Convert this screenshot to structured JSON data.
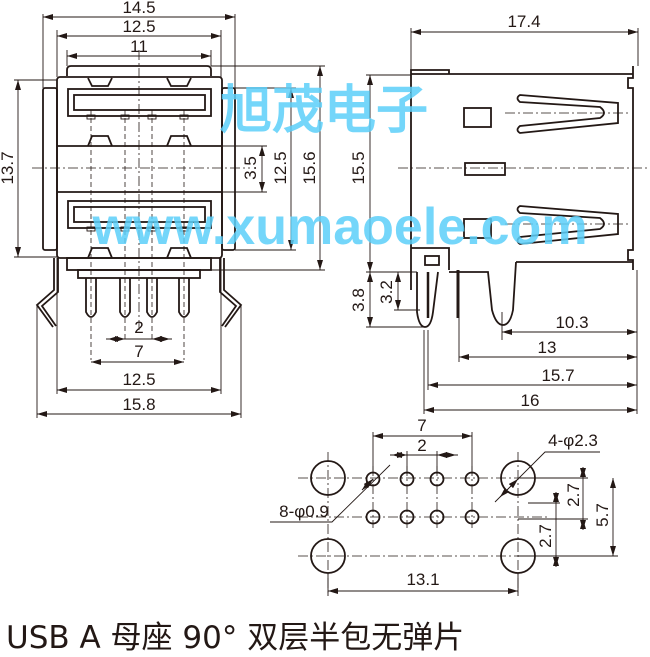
{
  "title": "USB A 母座 90°  双层半包无弹片",
  "watermark": {
    "cn": "旭茂电子",
    "url": "www.xumaoele.com",
    "color": "#5cd0fa"
  },
  "front_view": {
    "dims": [
      "14.5",
      "12.5",
      "11",
      "13.7",
      "3.5",
      "12.5",
      "15.6",
      "2",
      "7",
      "12.5",
      "15.8"
    ]
  },
  "side_view": {
    "dims": [
      "17.4",
      "15.5",
      "3.8",
      "3.2",
      "10.3",
      "13",
      "15.7",
      "16"
    ]
  },
  "footprint": {
    "dims": [
      "7",
      "2",
      "4-φ2.3",
      "8-φ0.9",
      "2.7",
      "5.7",
      "2.7",
      "13.1"
    ]
  }
}
